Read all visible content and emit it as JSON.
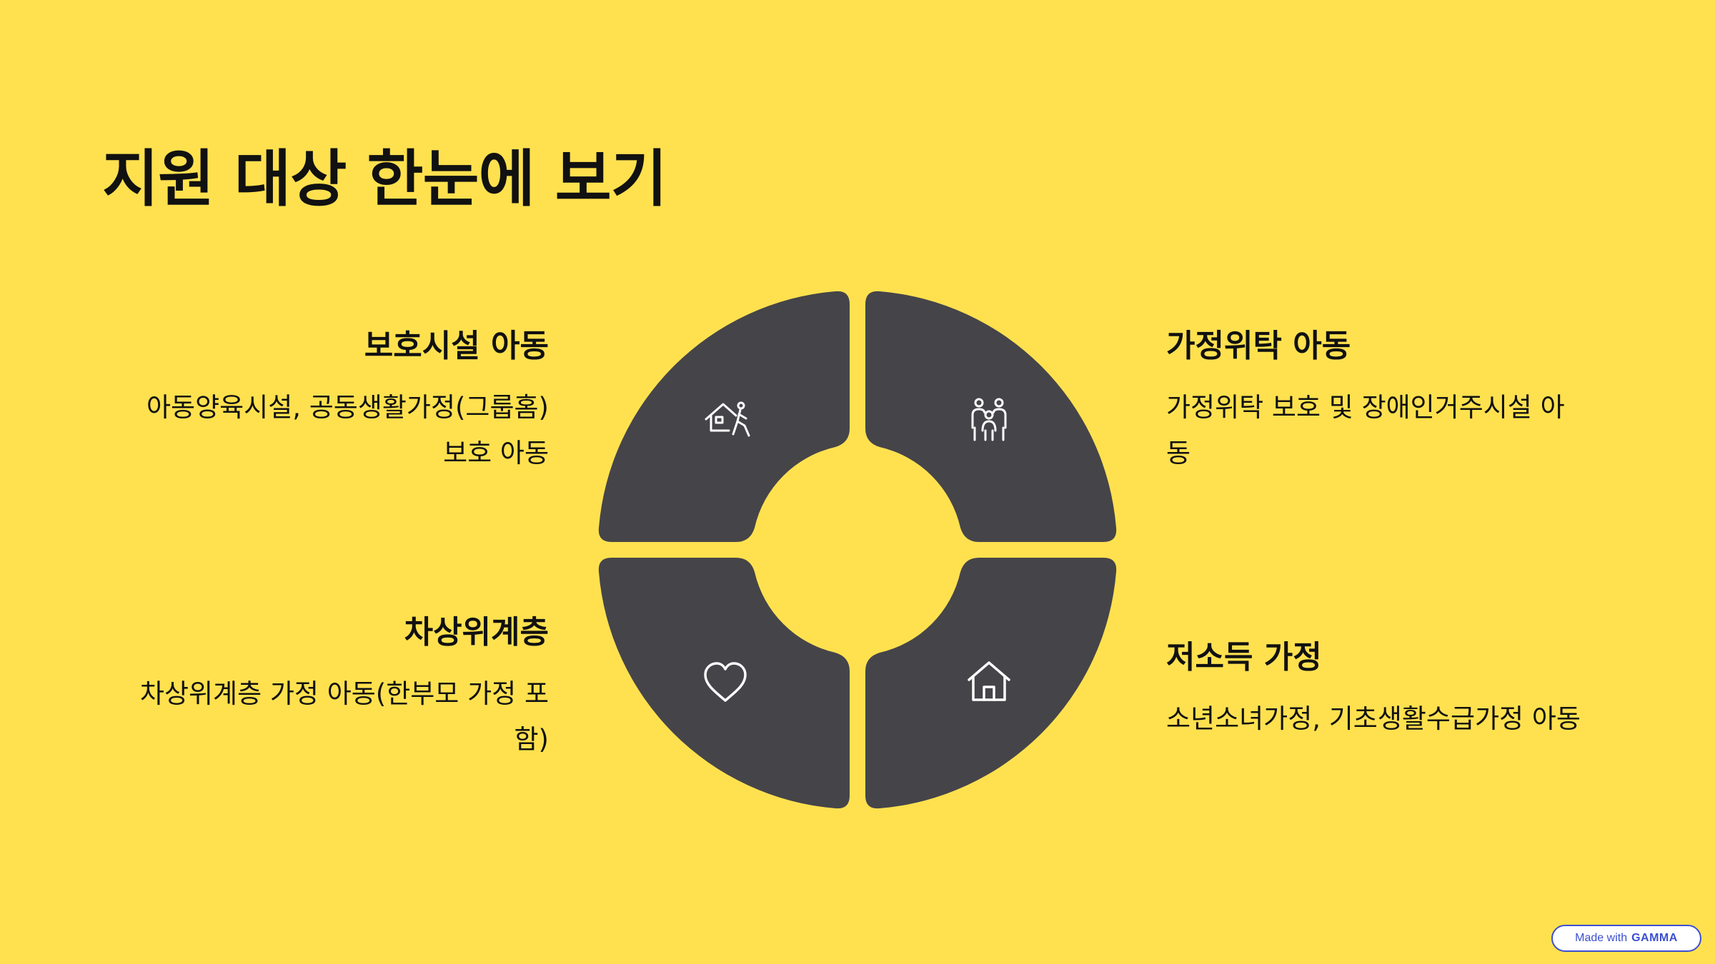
{
  "title": "지원 대상 한눈에 보기",
  "colors": {
    "background": "#FFE14F",
    "segment": "#454449",
    "icon": "#FFFFFF",
    "text": "#111111"
  },
  "quadrants": {
    "top_left": {
      "heading": "보호시설 아동",
      "line1": "아동양육시설, 공동생활가정(그룹홈)",
      "line2": "보호 아동",
      "icon": "home-person-icon"
    },
    "top_right": {
      "heading": "가정위탁 아동",
      "line1": "가정위탁 보호 및 장애인거주시설 아",
      "line2": "동",
      "icon": "family-icon"
    },
    "bottom_left": {
      "heading": "차상위계층",
      "line1": "차상위계층 가정 아동(한부모 가정 포",
      "line2": "함)",
      "icon": "heart-icon"
    },
    "bottom_right": {
      "heading": "저소득 가정",
      "line1": "소년소녀가정, 기초생활수급가정 아동",
      "icon": "house-icon"
    }
  },
  "badge": {
    "prefix": "Made with",
    "brand": "GAMMA"
  }
}
